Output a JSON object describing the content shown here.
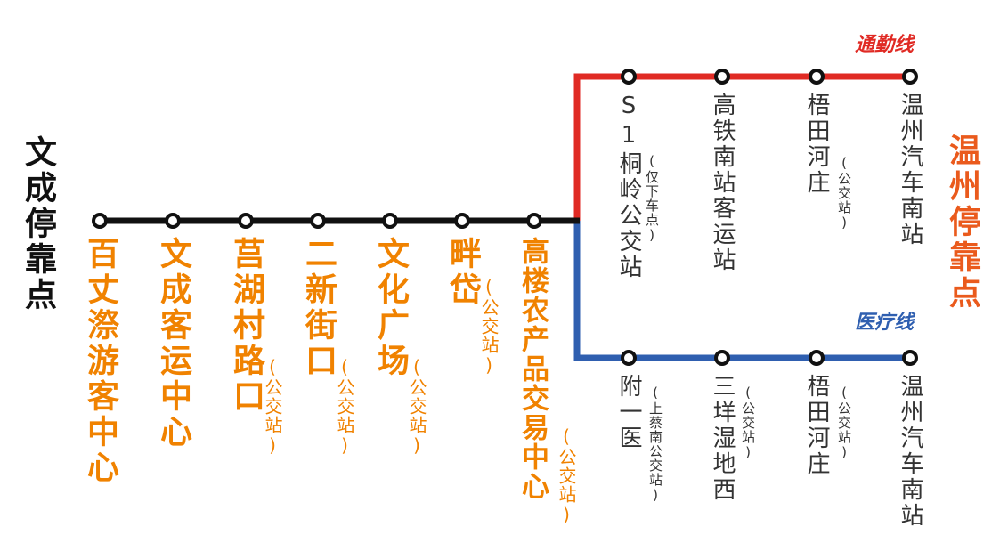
{
  "colors": {
    "trunk": "#111111",
    "commute": "#e02a24",
    "medical": "#2f5fb0",
    "station_text": "#f08200",
    "branch_text": "#333333",
    "terminal_right": "#ea5a1c"
  },
  "terminal_left": "文成停靠点",
  "terminal_right": "温州停靠点",
  "trunk_stations": [
    {
      "name": "百丈漈游客中心",
      "note": ""
    },
    {
      "name": "文成客运中心",
      "note": ""
    },
    {
      "name": "莒湖村路口",
      "note": "(公交站)"
    },
    {
      "name": "二新街口",
      "note": "(公交站)"
    },
    {
      "name": "文化广场",
      "note": "(公交站)"
    },
    {
      "name": "畔岱",
      "note": "(公交站)"
    },
    {
      "name": "高楼农产品交易中心",
      "note": "(公交站)"
    }
  ],
  "commute_line": {
    "label": "通勤线",
    "stations": [
      {
        "name": "S1桐岭公交站",
        "note": "(仅下车点)"
      },
      {
        "name": "高铁南站客运站",
        "note": ""
      },
      {
        "name": "梧田河庄",
        "note": "(公交站)"
      },
      {
        "name": "温州汽车南站",
        "note": ""
      }
    ]
  },
  "medical_line": {
    "label": "医疗线",
    "stations": [
      {
        "name": "附一医",
        "note": "(上蔡南公交站)"
      },
      {
        "name": "三垟湿地西",
        "note": "(公交站)"
      },
      {
        "name": "梧田河庄",
        "note": "(公交站)"
      },
      {
        "name": "温州汽车南站",
        "note": ""
      }
    ]
  }
}
